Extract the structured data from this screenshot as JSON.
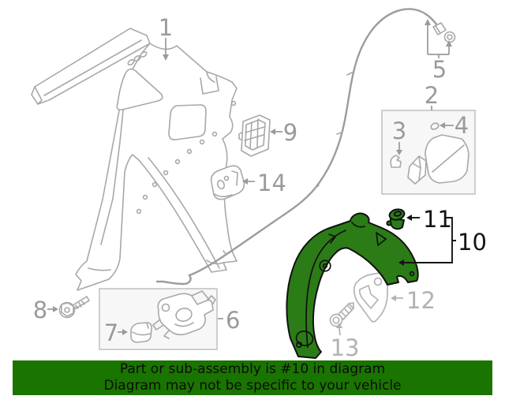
{
  "banner": {
    "line1": "Part or sub-assembly is #10 in diagram",
    "line2": "Diagram may not be specific to your vehicle"
  },
  "colors": {
    "highlight_green": "#2b7c16",
    "banner_green": "#1a7400",
    "line_gray": "#a8a8a8",
    "label_gray": "#9a9a9a",
    "muted_label_gray": "#b2b2b2",
    "highlight_label_black": "#141414"
  },
  "callouts": [
    {
      "id": "1",
      "highlighted": false
    },
    {
      "id": "2",
      "highlighted": false
    },
    {
      "id": "3",
      "highlighted": false
    },
    {
      "id": "4",
      "highlighted": false
    },
    {
      "id": "5",
      "highlighted": false
    },
    {
      "id": "6",
      "highlighted": false
    },
    {
      "id": "7",
      "highlighted": false
    },
    {
      "id": "8",
      "highlighted": false
    },
    {
      "id": "9",
      "highlighted": false
    },
    {
      "id": "10",
      "highlighted": true
    },
    {
      "id": "11",
      "highlighted": true
    },
    {
      "id": "12",
      "highlighted": false
    },
    {
      "id": "13",
      "highlighted": false
    },
    {
      "id": "14",
      "highlighted": false
    }
  ]
}
